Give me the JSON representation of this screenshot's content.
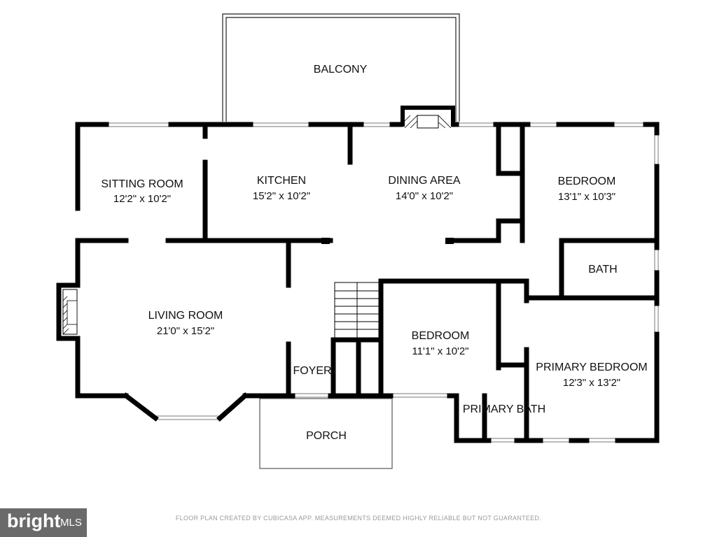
{
  "rooms": [
    {
      "id": "balcony",
      "name": "BALCONY",
      "dims": ""
    },
    {
      "id": "sitting-room",
      "name": "SITTING ROOM",
      "dims": "12'2\" x 10'2\""
    },
    {
      "id": "kitchen",
      "name": "KITCHEN",
      "dims": "15'2\" x 10'2\""
    },
    {
      "id": "dining-area",
      "name": "DINING AREA",
      "dims": "14'0\" x 10'2\""
    },
    {
      "id": "bedroom-1",
      "name": "BEDROOM",
      "dims": "13'1\" x 10'3\""
    },
    {
      "id": "bath",
      "name": "BATH",
      "dims": ""
    },
    {
      "id": "living-room",
      "name": "LIVING ROOM",
      "dims": "21'0\" x 15'2\""
    },
    {
      "id": "bedroom-2",
      "name": "BEDROOM",
      "dims": "11'1\" x 10'2\""
    },
    {
      "id": "primary-bedroom",
      "name": "PRIMARY BEDROOM",
      "dims": "12'3\" x 13'2\""
    },
    {
      "id": "foyer",
      "name": "FOYER",
      "dims": ""
    },
    {
      "id": "primary-bath",
      "name": "PRIMARY BATH",
      "dims": ""
    },
    {
      "id": "porch",
      "name": "PORCH",
      "dims": ""
    }
  ],
  "footer": {
    "disclaimer": "FLOOR PLAN CREATED BY CUBICASA APP. MEASUREMENTS DEEMED HIGHLY RELIABLE BUT NOT GUARANTEED.",
    "logo_word": "bright",
    "logo_suffix": "MLS"
  }
}
